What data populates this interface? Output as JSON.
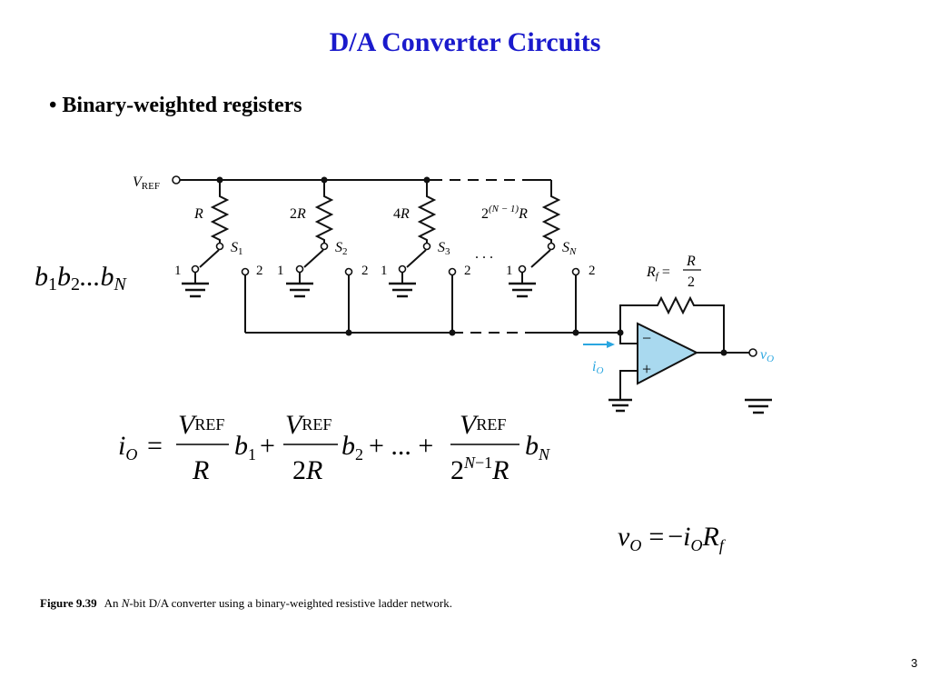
{
  "title": "D/A Converter Circuits",
  "bullet": "Binary-weighted registers",
  "bits": {
    "b": "b",
    "s1": "1",
    "s2": "2",
    "dots": "...",
    "sN": "N"
  },
  "circuit": {
    "vref_v": "V",
    "vref_sub": "REF",
    "resistors": [
      {
        "label": "R",
        "label_pre": ""
      },
      {
        "label": "R",
        "label_pre": "2"
      },
      {
        "label": "R",
        "label_pre": "4"
      },
      {
        "label": "R",
        "label_pre": "2",
        "exp": "(N − 1)"
      }
    ],
    "switches": [
      {
        "name": "S",
        "sub": "1"
      },
      {
        "name": "S",
        "sub": "2"
      },
      {
        "name": "S",
        "sub": "3"
      },
      {
        "name": "S",
        "sub": "N"
      }
    ],
    "terminal_1": "1",
    "terminal_2": "2",
    "dots": ". . .",
    "rf_label": "R",
    "rf_sub": "f",
    "rf_equals": "=",
    "rf_num": "R",
    "rf_den": "2",
    "io_label": "i",
    "io_sub": "O",
    "vo_label": "v",
    "vo_sub": "O",
    "minus_sign": "−",
    "plus_sign": "+"
  },
  "equation_current": {
    "lhs": "i",
    "lhs_sub": "O",
    "equals": "=",
    "t1_num_v": "V",
    "t1_num_sub": "REF",
    "t1_den": "R",
    "t1_b": "b",
    "t1_b_sub": "1",
    "plus1": "+",
    "t2_num_v": "V",
    "t2_num_sub": "REF",
    "t2_den_coef": "2",
    "t2_den": "R",
    "t2_b": "b",
    "t2_b_sub": "2",
    "ellipsis": "+ ... +",
    "t3_num_v": "V",
    "t3_num_sub": "REF",
    "t3_den_coef": "2",
    "t3_den_exp_n": "N",
    "t3_den_exp_rest": "−1",
    "t3_den": "R",
    "t3_b": "b",
    "t3_b_sub": "N"
  },
  "equation_voltage": {
    "v": "v",
    "v_sub": "O",
    "equals": "=",
    "minus": "−",
    "i": "i",
    "i_sub": "O",
    "r": "R",
    "r_sub": "f"
  },
  "caption": {
    "fig": "Figure 9.39",
    "pre": "An ",
    "n": "N",
    "text": "-bit D/A converter using a binary-weighted resistive ladder network."
  },
  "page_number": "3"
}
